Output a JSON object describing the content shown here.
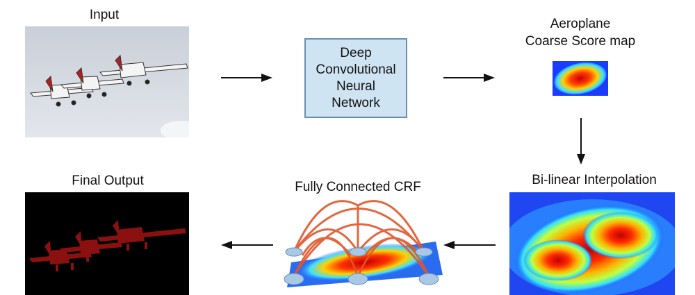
{
  "labels": {
    "input": "Input",
    "dcnn": "Deep\nConvolutional\nNeural\nNetwork",
    "coarse_line1": "Aeroplane",
    "coarse_line2": "Coarse Score map",
    "bilinear": "Bi-linear Interpolation",
    "crf": "Fully Connected CRF",
    "final": "Final Output"
  },
  "colors": {
    "box_fill": "#cfe4f2",
    "box_border": "#6a8fae",
    "output_mask": "#8b1010",
    "crf_edges": "#e0562b",
    "arrow": "#111111"
  }
}
